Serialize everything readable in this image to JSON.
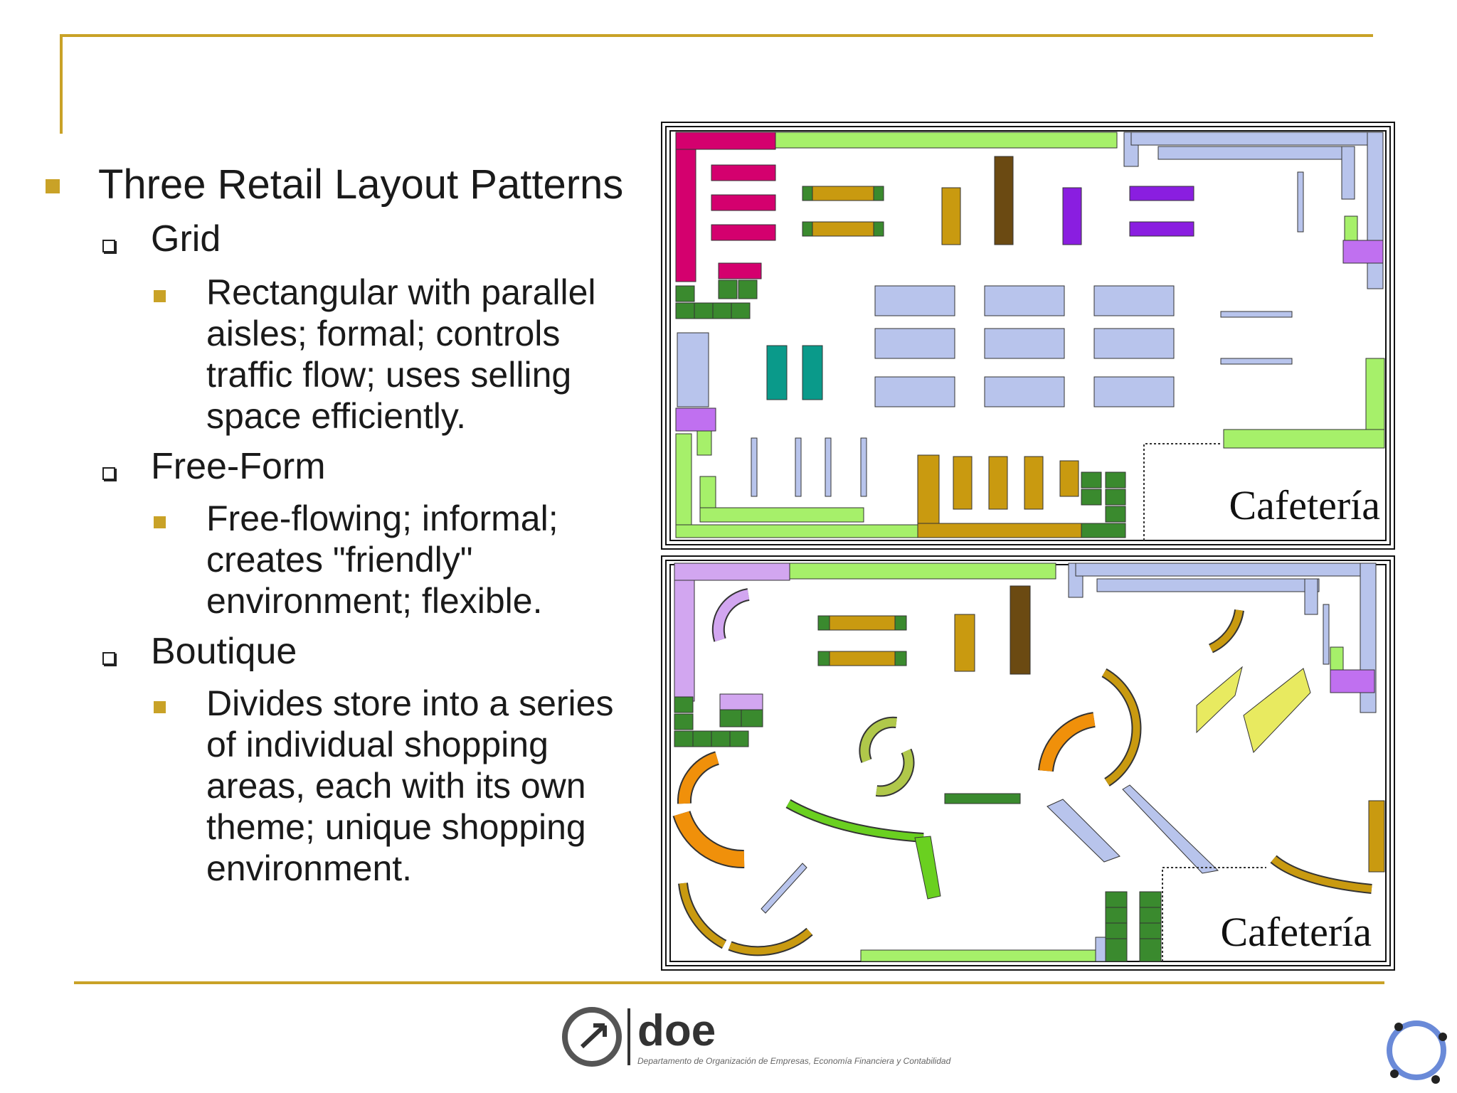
{
  "slide": {
    "heading": "Three Retail Layout Patterns",
    "items": [
      {
        "title": "Grid",
        "description": "Rectangular with parallel\naisles; formal; controls\ntraffic flow; uses selling\nspace efficiently."
      },
      {
        "title": "Free-Form",
        "description": "Free-flowing; informal;\ncreates \"friendly\"\nenvironment; flexible."
      },
      {
        "title": "Boutique",
        "description": "Divides store into a series\nof individual shopping\nareas, each with its own\ntheme; unique shopping\nenvironment."
      }
    ]
  },
  "plans": {
    "grid_label": "Cafetería",
    "freeform_label": "Cafetería"
  },
  "footer": {
    "logo_text": "doe",
    "logo_subtitle": "Departamento de Organización de Empresas, Economía Financiera y Contabilidad"
  },
  "colors": {
    "accent": "#c9a227",
    "magenta": "#d4006e",
    "lightgreen": "#a6f06a",
    "lavender": "#b8c4ec",
    "darkgreen": "#3a8a2e",
    "gold": "#c99a10",
    "purple": "#8a1ee0",
    "teal": "#0a9a8a",
    "brown": "#6b4a12",
    "orange": "#f0900a",
    "yellow": "#e8ea60"
  }
}
